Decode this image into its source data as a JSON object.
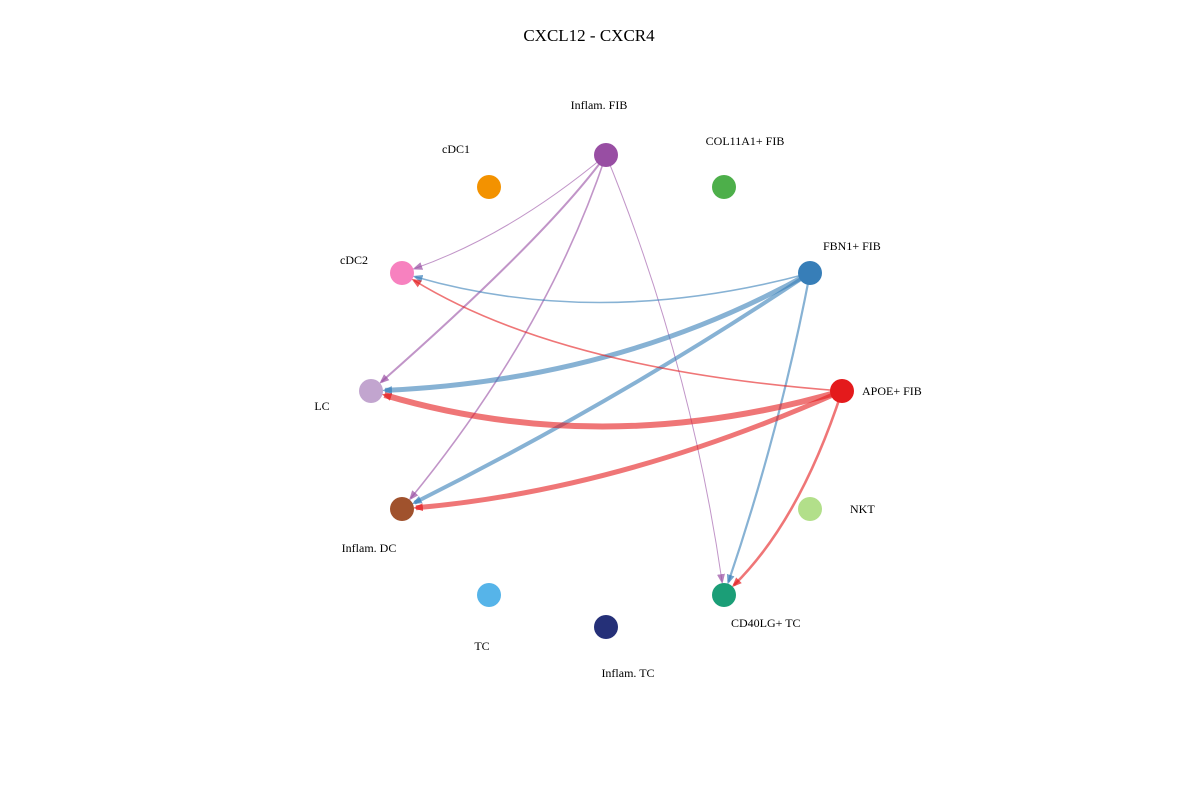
{
  "title": "CXCL12 - CXCR4",
  "nodes": [
    {
      "id": "inflam_fib",
      "label": "Inflam. FIB",
      "color": "#984EA3"
    },
    {
      "id": "col11a1_fib",
      "label": "COL11A1+ FIB",
      "color": "#4DAF4A"
    },
    {
      "id": "fbn1_fib",
      "label": "FBN1+ FIB",
      "color": "#377EB8"
    },
    {
      "id": "apoe_fib",
      "label": "APOE+ FIB",
      "color": "#E41A1C"
    },
    {
      "id": "nkt",
      "label": "NKT",
      "color": "#B2DF8A"
    },
    {
      "id": "cd40lg_tc",
      "label": "CD40LG+ TC",
      "color": "#1B9E77"
    },
    {
      "id": "inflam_tc",
      "label": "Inflam. TC",
      "color": "#253078"
    },
    {
      "id": "tc",
      "label": "TC",
      "color": "#56B4E9"
    },
    {
      "id": "inflam_dc",
      "label": "Inflam. DC",
      "color": "#A0522D"
    },
    {
      "id": "lc",
      "label": "LC",
      "color": "#C2A5CF"
    },
    {
      "id": "cdc2",
      "label": "cDC2",
      "color": "#F781BF"
    },
    {
      "id": "cdc1",
      "label": "cDC1",
      "color": "#F39200"
    }
  ],
  "edges": [
    {
      "source": "inflam_fib",
      "target": "cdc2",
      "weight": 1
    },
    {
      "source": "inflam_fib",
      "target": "lc",
      "weight": 2
    },
    {
      "source": "inflam_fib",
      "target": "inflam_dc",
      "weight": 1.6
    },
    {
      "source": "inflam_fib",
      "target": "cd40lg_tc",
      "weight": 1
    },
    {
      "source": "fbn1_fib",
      "target": "cdc2",
      "weight": 1.6
    },
    {
      "source": "fbn1_fib",
      "target": "lc",
      "weight": 5
    },
    {
      "source": "fbn1_fib",
      "target": "inflam_dc",
      "weight": 4
    },
    {
      "source": "fbn1_fib",
      "target": "cd40lg_tc",
      "weight": 2.2
    },
    {
      "source": "apoe_fib",
      "target": "cdc2",
      "weight": 1.6
    },
    {
      "source": "apoe_fib",
      "target": "lc",
      "weight": 6
    },
    {
      "source": "apoe_fib",
      "target": "inflam_dc",
      "weight": 5
    },
    {
      "source": "apoe_fib",
      "target": "cd40lg_tc",
      "weight": 2.6
    }
  ]
}
